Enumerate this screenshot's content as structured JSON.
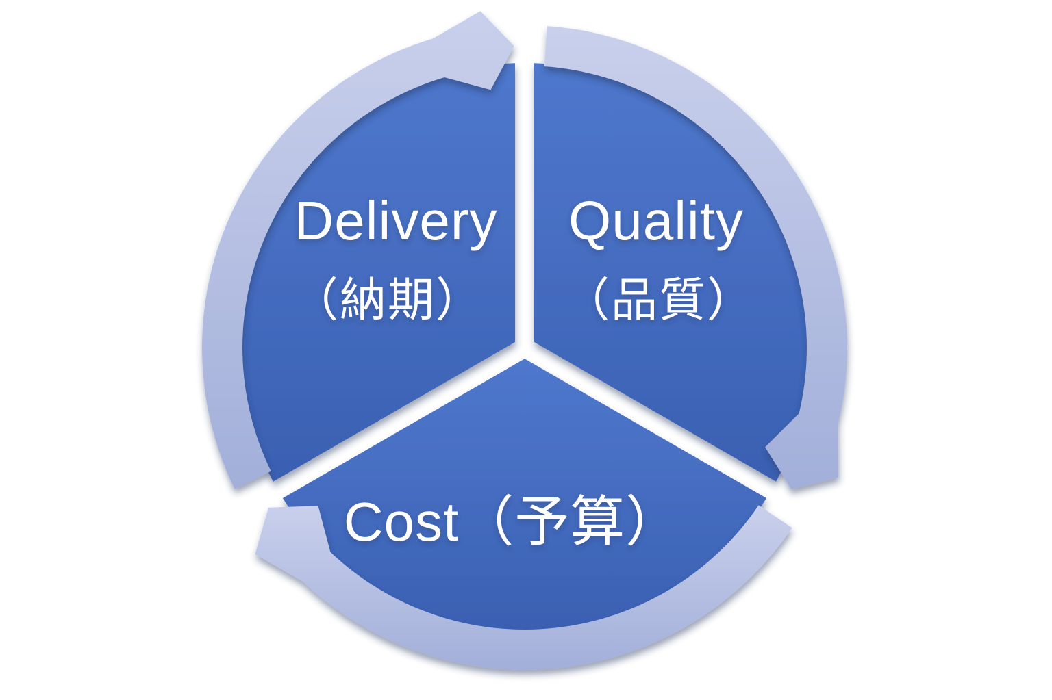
{
  "background_color": "#FFFFFF",
  "colors": {
    "segment_gradient_top": "#4F78CD",
    "segment_gradient_bottom": "#3A60B2",
    "arrow_gradient_top": "#C9D0EC",
    "arrow_gradient_bottom": "#A2AFD9",
    "label_text": "#FFFFFF",
    "shadow": "#26355C"
  },
  "diagram": {
    "type": "segmented-cycle",
    "direction": "clockwise",
    "delivery": {
      "title": "Delivery",
      "subtitle": "（納期）"
    },
    "quality": {
      "title": "Quality",
      "subtitle": "（品質）"
    },
    "cost": {
      "title": "Cost（予算）"
    }
  }
}
